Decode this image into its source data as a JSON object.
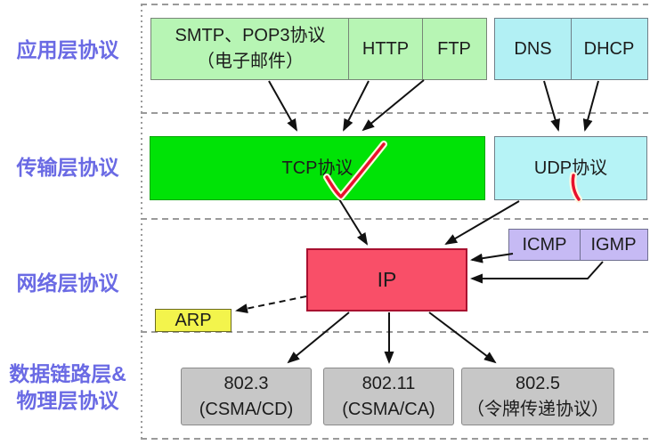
{
  "diagram_title": "TCP/IP protocol layers diagram",
  "layers": {
    "application": {
      "label": "应用层协议"
    },
    "transport": {
      "label": "传输层协议"
    },
    "network": {
      "label": "网络层协议"
    },
    "datalink": {
      "label_line1": "数据链路层&",
      "label_line2": "物理层协议"
    }
  },
  "boxes": {
    "smtp_pop3": {
      "line1": "SMTP、POP3协议",
      "line2": "（电子邮件）"
    },
    "http": {
      "label": "HTTP"
    },
    "ftp": {
      "label": "FTP"
    },
    "dns": {
      "label": "DNS"
    },
    "dhcp": {
      "label": "DHCP"
    },
    "tcp": {
      "label": "TCP协议"
    },
    "udp": {
      "label": "UDP协议"
    },
    "ip": {
      "label": "IP"
    },
    "icmp": {
      "label": "ICMP"
    },
    "igmp": {
      "label": "IGMP"
    },
    "arp": {
      "label": "ARP"
    },
    "ieee8023": {
      "line1": "802.3",
      "line2": "(CSMA/CD)"
    },
    "ieee80211": {
      "line1": "802.11",
      "line2": "(CSMA/CA)"
    },
    "ieee8025": {
      "line1": "802.5",
      "line2": "（令牌传递协议）"
    }
  },
  "annotations": {
    "tcp_checkmark": "red check mark over TCP box",
    "udp_tick": "red tick stroke over UDP box"
  },
  "colors": {
    "layer_label_text": "#6a6ae4",
    "app_green_fill": "#b7f5b4",
    "cyan_fill": "#b2f0f4",
    "tcp_green_fill": "#00e306",
    "ip_red_fill": "#f94f68",
    "icmp_purple_fill": "#c6baf4",
    "arp_yellow_fill": "#f3f44c",
    "gray_fill": "#c7c7c7",
    "annotation_red": "#e8112d",
    "arrow_black": "#111111",
    "separator_gray": "#9a9a9a"
  }
}
